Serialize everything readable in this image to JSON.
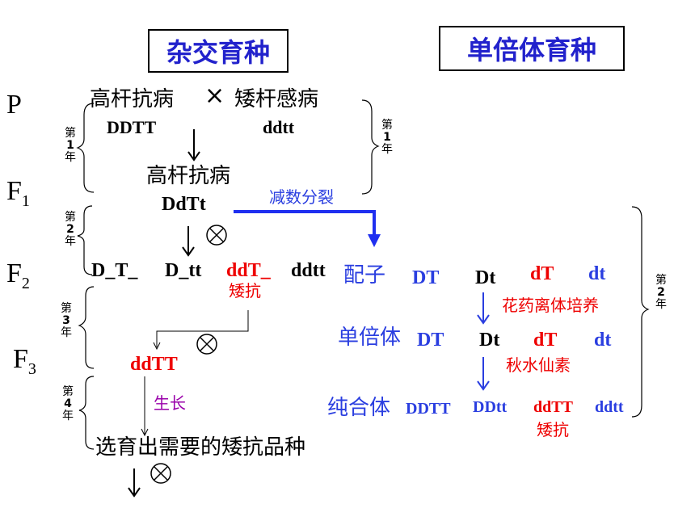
{
  "titles": {
    "left": "杂交育种",
    "right": "单倍体育种"
  },
  "generations": {
    "P": "P",
    "F": "F",
    "F1_sub": "1",
    "F2_sub": "2",
    "F3_sub": "3"
  },
  "years": {
    "y1": [
      "第",
      "1",
      "年"
    ],
    "y2": [
      "第",
      "2",
      "年"
    ],
    "y3": [
      "第",
      "3",
      "年"
    ],
    "y4": [
      "第",
      "4",
      "年"
    ]
  },
  "hybrid": {
    "parent1_trait": "高杆抗病",
    "cross_symbol": "×",
    "parent2_trait": "矮杆感病",
    "parent1_genotype": "DDTT",
    "parent2_genotype": "ddtt",
    "f1_trait": "高杆抗病",
    "f1_genotype": "DdTt",
    "f2_genotypes": [
      "D_T_",
      "D_tt",
      "ddT_",
      "ddtt"
    ],
    "f2_dwarf_label": "矮抗",
    "f3_genotype": "ddTT",
    "growth_label": "生长",
    "final_selection": "选育出需要的矮抗品种",
    "selfing_symbol": "⊗"
  },
  "haploid": {
    "meiosis_label": "减数分裂",
    "gametes_label": "配子",
    "gametes": [
      "DT",
      "Dt",
      "dT",
      "dt"
    ],
    "anther_culture_label": "花药离体培养",
    "haploid_label": "单倍体",
    "haploids": [
      "DT",
      "Dt",
      "dT",
      "dt"
    ],
    "colchicine_label": "秋水仙素",
    "pure_label": "纯合体",
    "pure_genotypes": [
      "DDTT",
      "DDtt",
      "ddTT",
      "ddtt"
    ],
    "pure_dwarf_label": "矮抗"
  },
  "colors": {
    "blue": "#2a3ee0",
    "red": "#ee0000",
    "purple": "#9900aa",
    "title_blue": "#2222cc"
  }
}
